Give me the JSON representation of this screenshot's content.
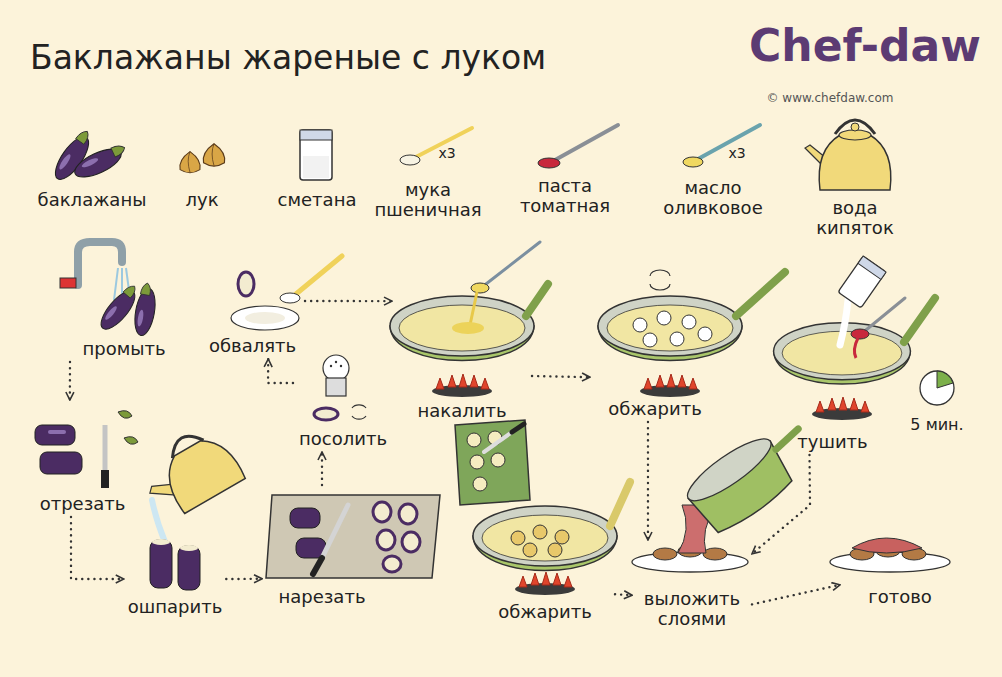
{
  "diagram": {
    "title": "Баклажаны жареные с луком",
    "nodes": [
      {
        "text": [
          "промыть"
        ]
      },
      {
        "text": [
          "отрезать"
        ]
      },
      {
        "text": [
          "ошпарить"
        ]
      },
      {
        "text": [
          "нарезать"
        ]
      },
      {
        "text": [
          "посолить"
        ]
      },
      {
        "text": [
          "обвалять"
        ]
      },
      {
        "text": [
          "накалить"
        ]
      },
      {
        "text": [
          "обжарить"
        ]
      },
      {
        "text": [
          "тушить"
        ]
      },
      {
        "text": [
          "обжарить"
        ]
      },
      {
        "text": [
          "выложить слоями"
        ]
      },
      {
        "text": [
          "готово"
        ]
      }
    ],
    "edges": [
      {
        "from": 0,
        "to": 1,
        "arrow": "to"
      },
      {
        "from": 1,
        "to": 2,
        "arrow": "to"
      },
      {
        "from": 2,
        "to": 3,
        "arrow": "to"
      },
      {
        "from": 3,
        "to": 4,
        "arrow": "to"
      },
      {
        "from": 4,
        "to": 5,
        "arrow": "to"
      },
      {
        "from": 5,
        "to": 6,
        "arrow": "to"
      },
      {
        "from": 6,
        "to": 7,
        "arrow": "to"
      },
      {
        "from": 7,
        "to": 10,
        "arrow": "to"
      },
      {
        "from": 8,
        "to": 10,
        "arrow": "to"
      },
      {
        "from": 9,
        "to": 10,
        "arrow": "to"
      },
      {
        "from": 10,
        "to": 11,
        "arrow": "to"
      }
    ],
    "labels": [
      "Chef-daw",
      "© www.chefdaw.com",
      "баклажаны",
      "лук",
      "сметана",
      "мука пшеничная",
      "x3",
      "паста томатная",
      "масло оливковое",
      "x3",
      "вода кипяток",
      "5 мин."
    ]
  }
}
